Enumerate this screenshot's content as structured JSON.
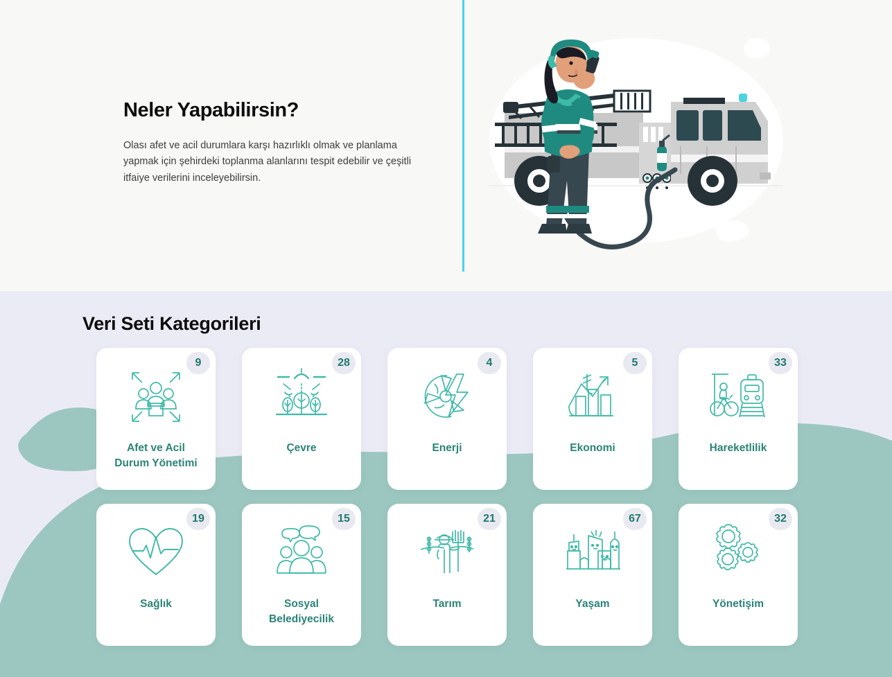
{
  "hero": {
    "title": "Neler Yapabilirsin?",
    "paragraph": "Olası afet ve acil durumlara karşı hazırlıklı olmak ve planlama yapmak için şehirdeki toplanma alanlarını tespit edebilir ve çeşitli itfaiye verilerini inceleyebilirsin.",
    "illustration_name": "firefighter-with-fire-truck-illustration",
    "divider_color": "#4ad4e0",
    "background_color": "#f8f8f6"
  },
  "categories_section": {
    "title": "Veri Seti Kategorileri",
    "background_color": "#ebebf6",
    "blob_color": "#9cc7c0",
    "card_label_color": "#2a8376",
    "badge_background": "#e9e9f2",
    "badge_text_color": "#1f7a6d",
    "cards": [
      {
        "label": "Afet ve Acil\nDurum Yönetimi",
        "count": "9",
        "icon": "people-with-arrows-icon"
      },
      {
        "label": "Çevre",
        "count": "28",
        "icon": "sun-and-trees-icon"
      },
      {
        "label": "Enerji",
        "count": "4",
        "icon": "turbine-lightning-icon"
      },
      {
        "label": "Ekonomi",
        "count": "5",
        "icon": "bar-chart-growth-lira-icon"
      },
      {
        "label": "Hareketlilik",
        "count": "33",
        "icon": "bicycle-and-train-icon"
      },
      {
        "label": "Sağlık",
        "count": "19",
        "icon": "heart-pulse-icon"
      },
      {
        "label": "Sosyal\nBelediyecilik",
        "count": "15",
        "icon": "people-speech-bubbles-icon"
      },
      {
        "label": "Tarım",
        "count": "21",
        "icon": "farmer-wheat-pitchfork-icon"
      },
      {
        "label": "Yaşam",
        "count": "67",
        "icon": "city-buildings-icon"
      },
      {
        "label": "Yönetişim",
        "count": "32",
        "icon": "gears-icon"
      }
    ]
  }
}
